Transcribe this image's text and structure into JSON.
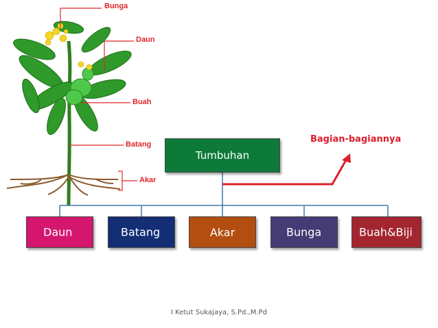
{
  "plant": {
    "labels": {
      "bunga": "Bunga",
      "daun": "Daun",
      "buah": "Buah",
      "batang": "Batang",
      "akar": "Akar"
    }
  },
  "diagram": {
    "root": "Tumbuhan",
    "note": "Bagian-bagiannya",
    "children": [
      {
        "label": "Daun",
        "color": "#d5166f"
      },
      {
        "label": "Batang",
        "color": "#132e75"
      },
      {
        "label": "Akar",
        "color": "#b24e10"
      },
      {
        "label": "Bunga",
        "color": "#453b75"
      },
      {
        "label": "Buah&Biji",
        "color": "#a3262f"
      }
    ],
    "colors": {
      "root": "#0e7a3a",
      "connector": "#3b78a8",
      "arrow": "#dc1e2a",
      "plant_label": "#e0262b"
    }
  },
  "footer": "I Ketut Sukajaya, S.Pd.,M.Pd"
}
